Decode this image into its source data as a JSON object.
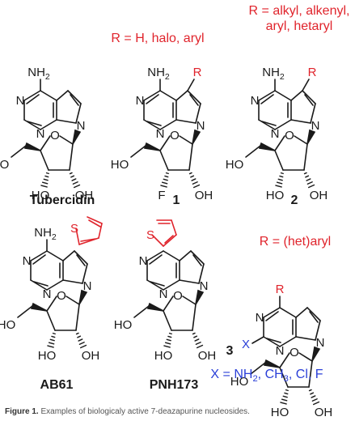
{
  "colors": {
    "black": "#1a1a1a",
    "red": "#e0242c",
    "blue": "#2a3fd8",
    "caption": "#555555"
  },
  "atoms": {
    "nh2": "NH2",
    "n": "N",
    "o": "O",
    "ho": "HO",
    "oh": "OH",
    "f": "F",
    "s": "S",
    "r": "R",
    "x": "X"
  },
  "substituents": {
    "r1": "R = H, halo, aryl",
    "r2_line1": "R = alkyl, alkenyl,",
    "r2_line2": "aryl, hetaryl",
    "r3": "R = (het)aryl",
    "x3": "X = NH2, CH3, Cl, F"
  },
  "compounds": {
    "tubercidin": "Tubercidin",
    "c1": "1",
    "c2": "2",
    "ab61": "AB61",
    "pnh173": "PNH173",
    "c3": "3"
  },
  "caption": {
    "label": "Figure 1.",
    "text": "Examples of biologicaly active 7-deazapurine nucleosides."
  }
}
